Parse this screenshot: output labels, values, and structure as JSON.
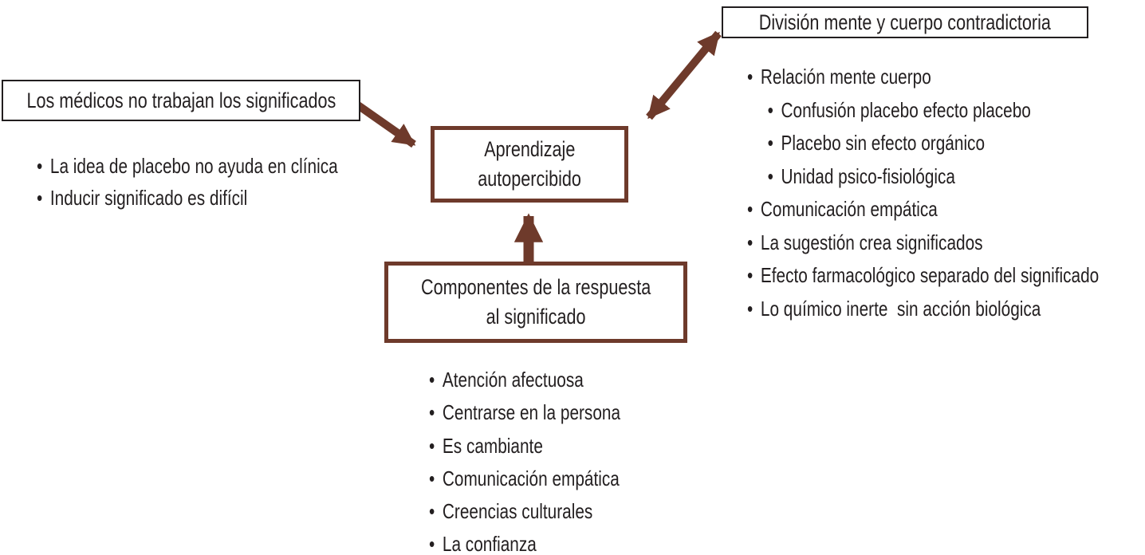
{
  "colors": {
    "arrow": "#6e3a2b",
    "accent_box_border": "#6e3a2b",
    "plain_box_border": "#221e1f",
    "text": "#231f20",
    "background": "#ffffff"
  },
  "bullet_char": "•",
  "left_box": {
    "title": "Los médicos no trabajan los significados",
    "bullets": [
      "La idea de placebo no ayuda en clínica",
      "Inducir significado es difícil"
    ]
  },
  "center_box": {
    "title_lines": [
      "Aprendizaje",
      "autopercibido"
    ]
  },
  "components_box": {
    "title_lines": [
      "Componentes de la respuesta",
      "al significado"
    ],
    "bullets": [
      "Atención afectuosa",
      "Centrarse en la persona",
      "Es cambiante",
      "Comunicación empática",
      "Creencias culturales",
      "La confianza"
    ]
  },
  "right_box": {
    "title": "División mente y cuerpo contradictoria",
    "items": [
      {
        "level": 1,
        "label": "Relación mente cuerpo"
      },
      {
        "level": 2,
        "label": "Confusión placebo efecto placebo"
      },
      {
        "level": 2,
        "label": "Placebo sin efecto orgánico"
      },
      {
        "level": 2,
        "label": "Unidad psico-fisiológica"
      },
      {
        "level": 1,
        "label": "Comunicación empática"
      },
      {
        "level": 1,
        "label": "La sugestión crea significados"
      },
      {
        "level": 1,
        "label": "Efecto farmacológico separado del significado"
      },
      {
        "level": 1,
        "label": "Lo químico inerte  sin acción biológica"
      }
    ]
  }
}
